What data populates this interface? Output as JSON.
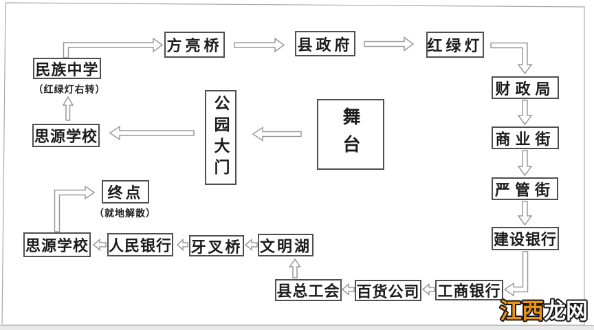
{
  "diagram": {
    "type": "flowchart",
    "nodes": [
      {
        "id": "fangliangqiao",
        "label": "方亮桥"
      },
      {
        "id": "xianzhengfu",
        "label": "县政府"
      },
      {
        "id": "honglvdeng",
        "label": "红绿灯"
      },
      {
        "id": "minzuzhongxue",
        "label": "民族中学"
      },
      {
        "id": "siyuanxuexiao-upper",
        "label": "思源学校"
      },
      {
        "id": "caizhengju",
        "label": "财政局"
      },
      {
        "id": "shangyejie",
        "label": "商业街"
      },
      {
        "id": "yanguanjie",
        "label": "严管街"
      },
      {
        "id": "jiansheyinhang",
        "label": "建设银行"
      },
      {
        "id": "wutai",
        "label": "舞台"
      },
      {
        "id": "gongyuandamen",
        "label": "公园大门"
      },
      {
        "id": "zhongdian",
        "label": "终点"
      },
      {
        "id": "siyuanxuexiao-lower",
        "label": "思源学校"
      },
      {
        "id": "renminyinhang",
        "label": "人民银行"
      },
      {
        "id": "yachaqiao",
        "label": "牙叉桥"
      },
      {
        "id": "wenminghu",
        "label": "文明湖"
      },
      {
        "id": "xianzonggonghui",
        "label": "县总工会"
      },
      {
        "id": "baihuogongsi",
        "label": "百货公司"
      },
      {
        "id": "gongshangyinhang",
        "label": "工商银行"
      }
    ],
    "annotations": [
      {
        "id": "honglvdeng-youzhuan",
        "text": "（红绿灯右转）",
        "attached_to": "民族中学"
      },
      {
        "id": "jiudi-jiesan",
        "text": "（就地解散）",
        "attached_to": "终点"
      }
    ],
    "edges": [
      {
        "from": "民族中学",
        "to": "方亮桥"
      },
      {
        "from": "方亮桥",
        "to": "县政府"
      },
      {
        "from": "县政府",
        "to": "红绿灯"
      },
      {
        "from": "红绿灯",
        "to": "财政局"
      },
      {
        "from": "财政局",
        "to": "商业街"
      },
      {
        "from": "商业街",
        "to": "严管街"
      },
      {
        "from": "严管街",
        "to": "建设银行"
      },
      {
        "from": "建设银行",
        "to": "工商银行"
      },
      {
        "from": "工商银行",
        "to": "百货公司"
      },
      {
        "from": "百货公司",
        "to": "县总工会"
      },
      {
        "from": "县总工会",
        "to": "文明湖"
      },
      {
        "from": "文明湖",
        "to": "牙叉桥"
      },
      {
        "from": "牙叉桥",
        "to": "人民银行"
      },
      {
        "from": "人民银行",
        "to": "思源学校(下)"
      },
      {
        "from": "思源学校(下)",
        "to": "终点"
      },
      {
        "from": "舞台",
        "to": "公园大门"
      },
      {
        "from": "公园大门",
        "to": "思源学校(上)"
      },
      {
        "from": "思源学校(上)",
        "to": "民族中学"
      }
    ]
  },
  "watermark": {
    "text": "江西龙网",
    "part1": "江西",
    "part2": "龙网",
    "part1_color": "#ea9410",
    "part2_color": "#ffffff",
    "outline_color": "#141414"
  },
  "colors": {
    "box_border": "#4e4e4e",
    "box_text": "#1b1b1b",
    "arrow_outline": "#999999",
    "frame_border": "#a8a8a8"
  }
}
